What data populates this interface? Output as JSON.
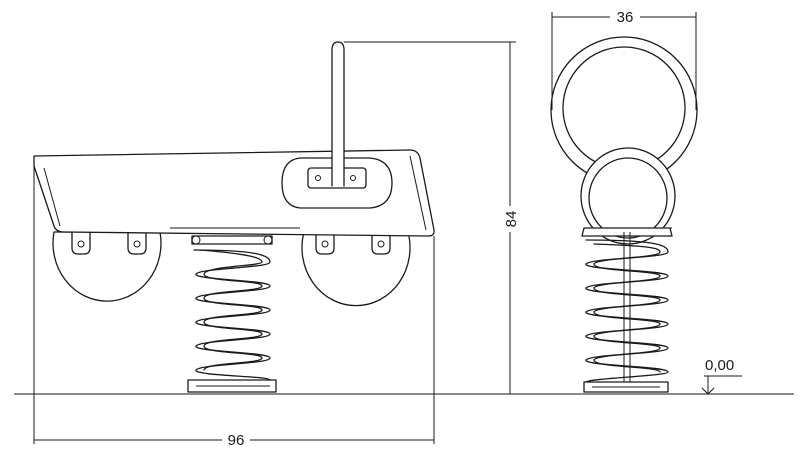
{
  "dimensions": {
    "width_label": "96",
    "height_label": "84",
    "depth_label": "36",
    "ground_level_label": "0,00"
  }
}
